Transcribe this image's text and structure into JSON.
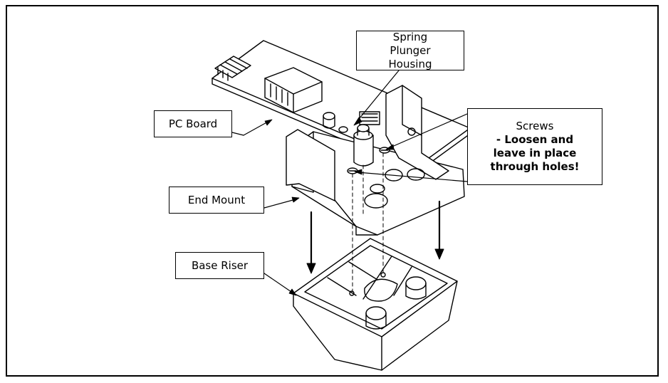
{
  "labels": {
    "spring_plunger": "Spring Plunger Housing",
    "pc_board": "PC Board",
    "screws_title": "Screws",
    "screws_note_1": "- Loosen and",
    "screws_note_2": "leave in place",
    "screws_note_3": "through holes!",
    "end_mount": "End Mount",
    "base_riser": "Base Riser"
  }
}
